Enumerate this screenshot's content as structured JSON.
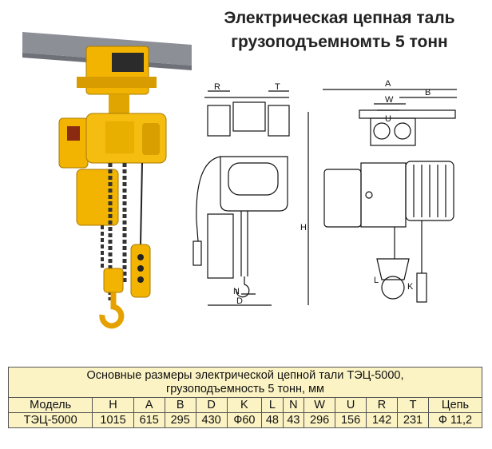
{
  "title": {
    "line1": "Электрическая цепная таль",
    "line2": "грузоподъемномть 5 тонн"
  },
  "figure": {
    "front_view_labels": {
      "R": "R",
      "T": "T",
      "N": "N",
      "D": "D"
    },
    "side_view_labels": {
      "A": "A",
      "B": "B",
      "W": "W",
      "U": "U",
      "H": "H",
      "L": "L",
      "K": "K"
    }
  },
  "table": {
    "caption_line1": "Основные размеры электрической цепной тали ТЭЦ-5000,",
    "caption_line2": "грузоподъемность 5 тонн, мм",
    "headers": [
      "Модель",
      "H",
      "A",
      "B",
      "D",
      "K",
      "L",
      "N",
      "W",
      "U",
      "R",
      "T",
      "Цепь"
    ],
    "row": [
      "ТЭЦ-5000",
      "1015",
      "615",
      "295",
      "430",
      "Ф60",
      "48",
      "43",
      "296",
      "156",
      "142",
      "231",
      "Ф 11,2"
    ]
  },
  "colors": {
    "hoist_yellow": "#f2b400",
    "table_bg": "#fbf3c4",
    "beam_gray": "#8c8f96"
  }
}
